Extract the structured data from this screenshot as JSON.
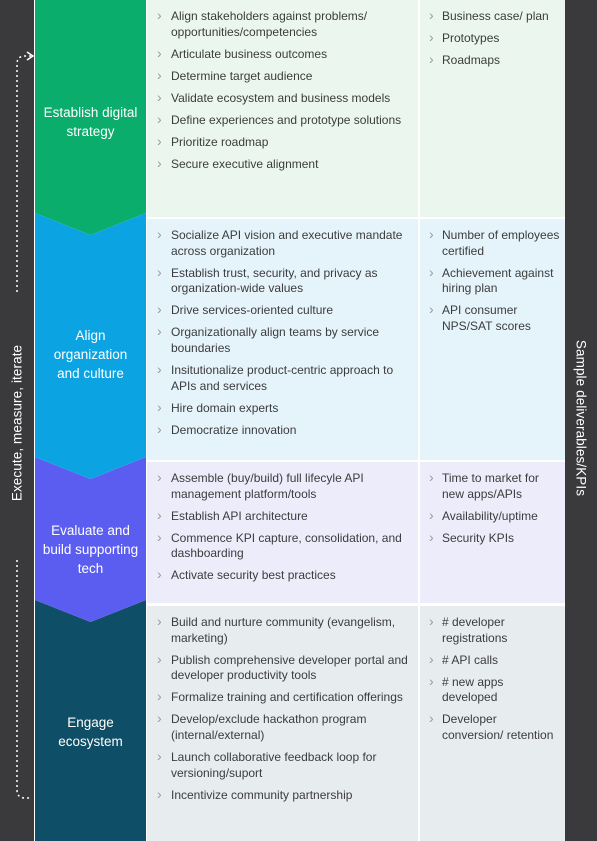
{
  "side_labels": {
    "left": "Execute, measure, iterate",
    "right": "Sample deliverables/KPIs"
  },
  "colors": {
    "frame": "#3a3a3c",
    "phase1": "#0aad6b",
    "phase2": "#0ca3e3",
    "phase3": "#5b5df0",
    "phase4": "#0e4e66",
    "bg1": "#eaf6ee",
    "bg2": "#e5f3fb",
    "bg3": "#ececfb",
    "bg4": "#e7ecee"
  },
  "phases": [
    {
      "title": "Establish digital strategy",
      "actions": [
        "Align stakeholders against problems/ opportunities/competencies",
        "Articulate business outcomes",
        "Determine target audience",
        "Validate ecosystem and business models",
        "Define experiences and prototype solutions",
        "Prioritize roadmap",
        "Secure executive alignment"
      ],
      "deliverables": [
        "Business case/ plan",
        "Prototypes",
        "Roadmaps"
      ]
    },
    {
      "title": "Align organization and culture",
      "actions": [
        "Socialize API vision and executive mandate across organization",
        "Establish trust, security, and privacy as organization-wide values",
        "Drive services-oriented culture",
        "Organizationally align teams by service boundaries",
        "Insitutionalize product-centric approach to APIs and services",
        "Hire domain experts",
        "Democratize innovation"
      ],
      "deliverables": [
        "Number of employees certified",
        "Achievement against hiring plan",
        "API consumer NPS/SAT scores"
      ]
    },
    {
      "title": "Evaluate and build supporting tech",
      "actions": [
        "Assemble (buy/build) full lifecyle API management platform/tools",
        "Establish API architecture",
        "Commence KPI capture, consolidation, and dashboarding",
        "Activate security best practices"
      ],
      "deliverables": [
        "Time to market for new apps/APIs",
        "Availability/uptime",
        "Security KPIs"
      ]
    },
    {
      "title": "Engage ecosystem",
      "actions": [
        "Build and nurture community (evangelism, marketing)",
        "Publish comprehensive developer portal and developer productivity tools",
        "Formalize training and certification offerings",
        "Develop/exclude hackathon program (internal/external)",
        "Launch collaborative feedback loop for versioning/suport",
        "Incentivize community partnership"
      ],
      "deliverables": [
        "# developer registrations",
        "# API calls",
        "# new apps developed",
        "Developer conversion/ retention"
      ]
    }
  ]
}
